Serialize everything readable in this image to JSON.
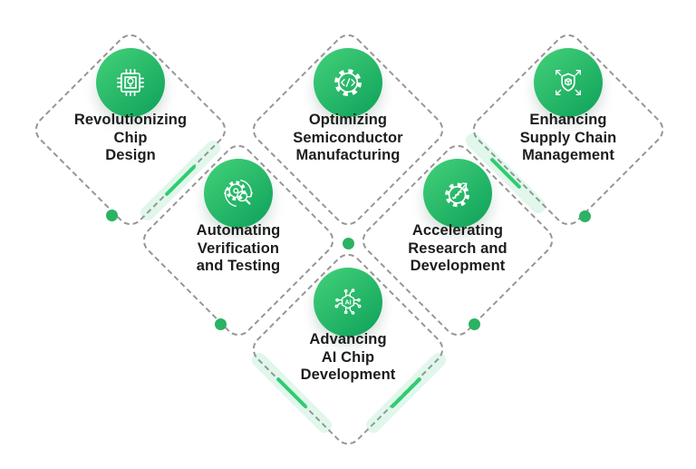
{
  "colors": {
    "background": "#ffffff",
    "dash": "#969696",
    "text": "#1d1d1d",
    "dot": "#2bb263",
    "streak-line": "#2ecd71",
    "streak-band": "rgba(62,201,123,0.15)",
    "circle-grad-start": "#44d179",
    "circle-grad-end": "#0da15a"
  },
  "cards": [
    {
      "id": "chip-design",
      "icon": "chip-idea-icon",
      "lines": [
        "Revolutionizing",
        "Chip",
        "Design"
      ]
    },
    {
      "id": "manufacturing",
      "icon": "gear-code-icon",
      "lines": [
        "Optimizing",
        "Semiconductor",
        "Manufacturing"
      ]
    },
    {
      "id": "supply-chain",
      "icon": "shield-box-icon",
      "lines": [
        "Enhancing",
        "Supply Chain",
        "Management"
      ]
    },
    {
      "id": "verification",
      "icon": "gear-search-icon",
      "lines": [
        "Automating",
        "Verification",
        "and Testing"
      ]
    },
    {
      "id": "research",
      "icon": "gear-growth-icon",
      "lines": [
        "Accelerating",
        "Research and",
        "Development"
      ]
    },
    {
      "id": "ai-chip",
      "icon": "ai-chip-icon",
      "lines": [
        "Advancing",
        "AI Chip",
        "Development"
      ]
    }
  ],
  "decorations": {
    "corner_dots": 5,
    "edge_streaks": 4
  }
}
